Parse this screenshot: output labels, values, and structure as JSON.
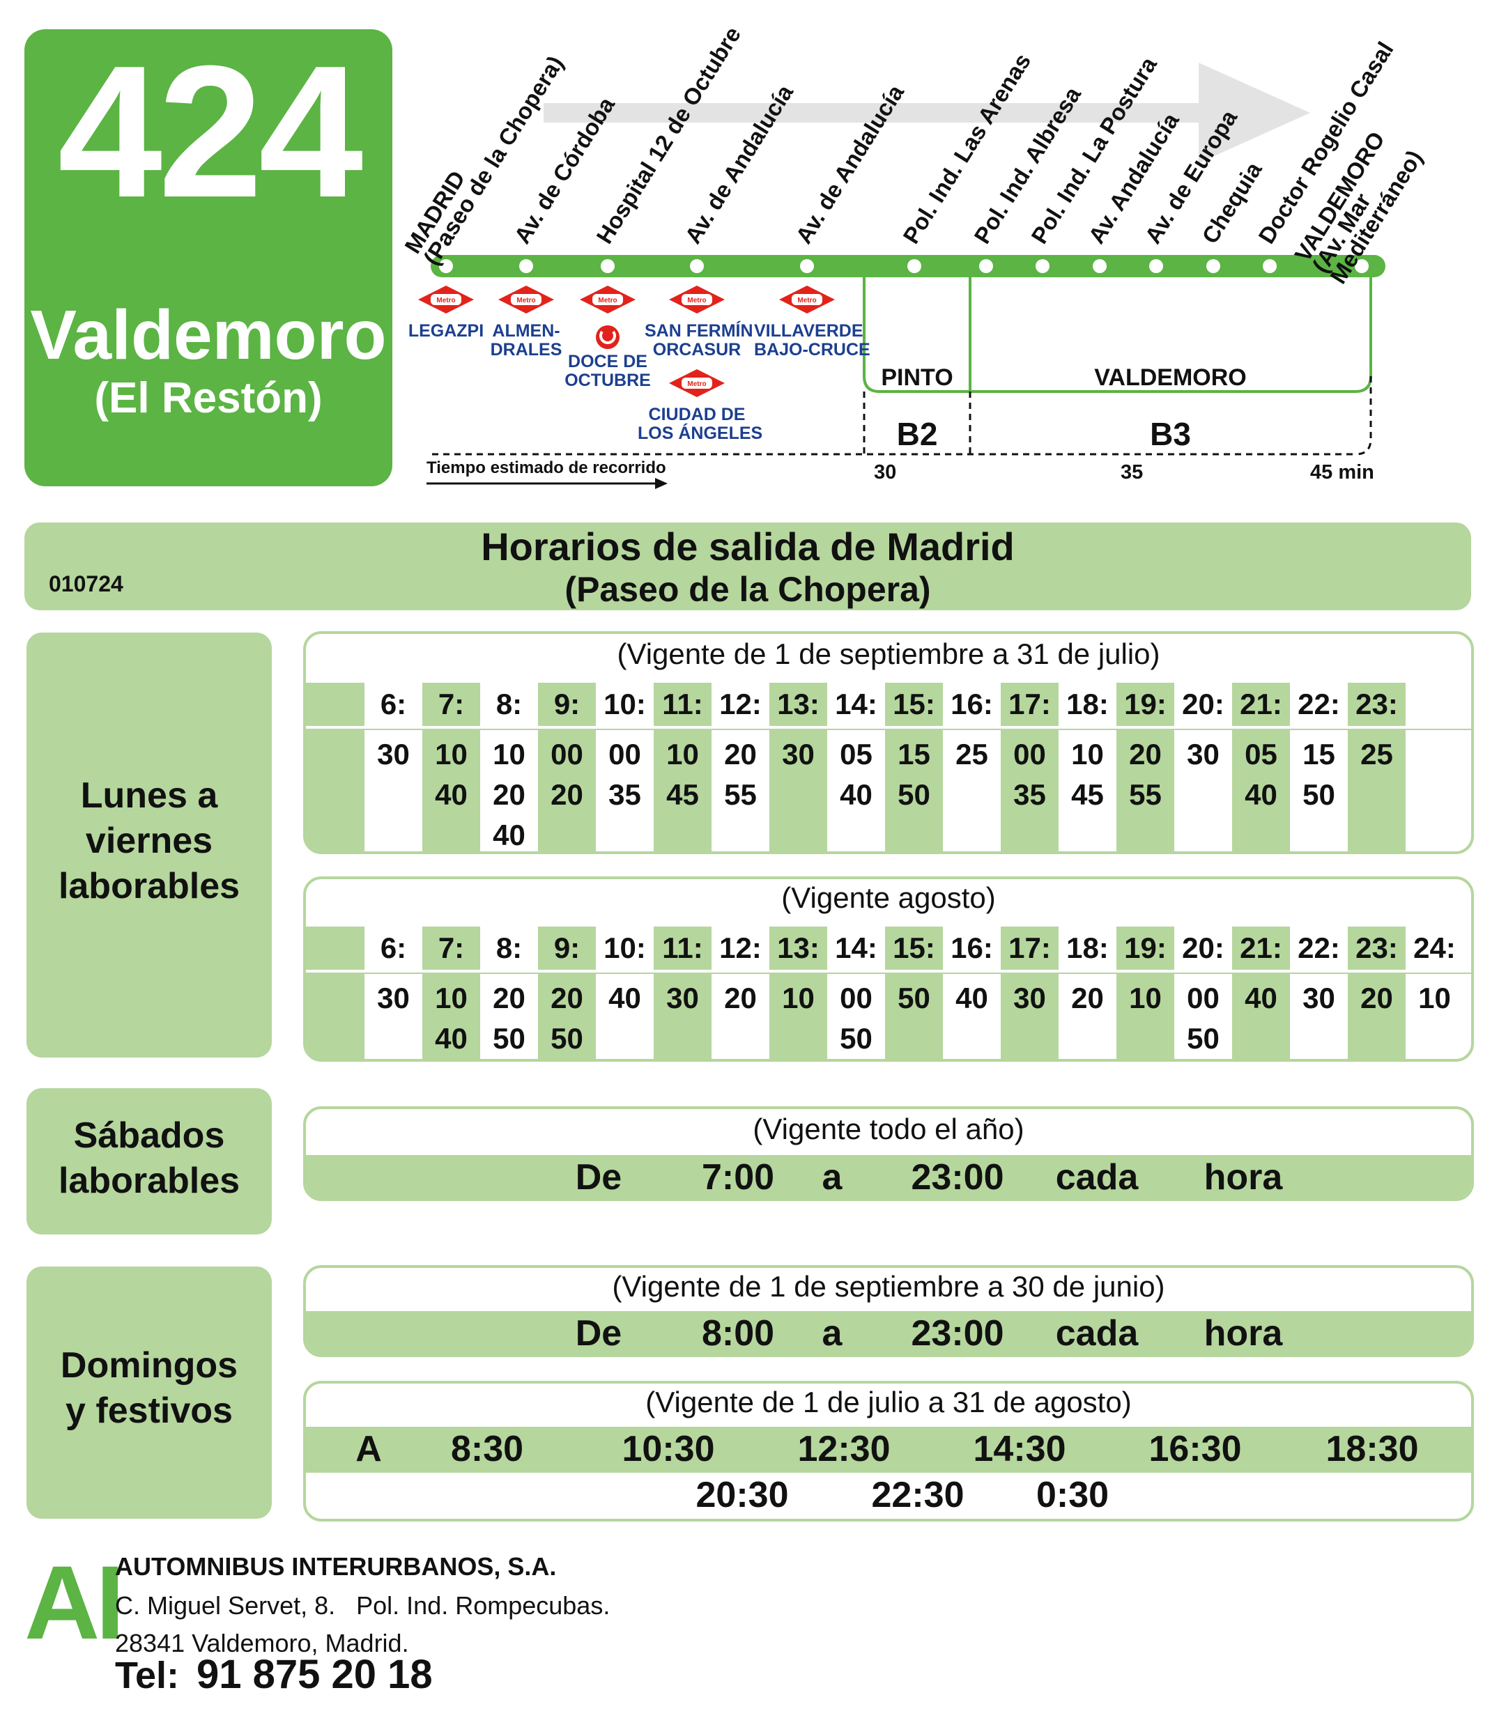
{
  "header": {
    "route": "424",
    "destination": "Valdemoro",
    "destination_sub": "(El Restón)"
  },
  "route_map": {
    "stops": [
      "MADRID\n(Paseo de la Chopera)",
      "Av. de Córdoba",
      "Hospital 12 de Octubre",
      "Av. de Andalucía",
      "Av. de Andalucía",
      "Pol. Ind. Las Arenas",
      "Pol. Ind. Albresa",
      "Pol. Ind. La Postura",
      "Av. Andalucía",
      "Av. de Europa",
      "Chequia",
      "Doctor Rogelio Casal",
      "VALDEMORO\n(Av. Mar\nMediterráneo)"
    ],
    "metro_label": "Metro",
    "metro_stations": [
      "LEGAZPI",
      "ALMEN-\nDRALES",
      "DOCE DE\nOCTUBRE",
      "SAN FERMÍN\nORCASUR",
      "CIUDAD DE\nLOS ÁNGELES",
      "VILLAVERDE\nBAJO-CRUCE"
    ],
    "zones": [
      "PINTO",
      "VALDEMORO"
    ],
    "fare_zones": [
      "B2",
      "B3"
    ],
    "travel_time_label": "Tiempo estimado de recorrido",
    "travel_times": [
      "30",
      "35",
      "45 min"
    ],
    "colors": {
      "brand_green": "#5bb443",
      "light_green": "#b5d69d",
      "metro_red": "#e2231a",
      "metro_blue": "#1c3f8f"
    }
  },
  "banner": {
    "title": "Horarios de salida de Madrid",
    "subtitle": "(Paseo de la Chopera)",
    "code": "010724"
  },
  "weekdays": {
    "label": "Lunes a\nviernes\nlaborables",
    "regular": {
      "title": "(Vigente de 1 de septiembre a 31 de julio)",
      "hours": [
        "6:",
        "7:",
        "8:",
        "9:",
        "10:",
        "11:",
        "12:",
        "13:",
        "14:",
        "15:",
        "16:",
        "17:",
        "18:",
        "19:",
        "20:",
        "21:",
        "22:",
        "23:"
      ],
      "minutes": [
        [
          "30"
        ],
        [
          "10",
          "40"
        ],
        [
          "10",
          "20",
          "40"
        ],
        [
          "00",
          "20"
        ],
        [
          "00",
          "35"
        ],
        [
          "10",
          "45"
        ],
        [
          "20",
          "55"
        ],
        [
          "30"
        ],
        [
          "05",
          "40"
        ],
        [
          "15",
          "50"
        ],
        [
          "25"
        ],
        [
          "00",
          "35"
        ],
        [
          "10",
          "45"
        ],
        [
          "20",
          "55"
        ],
        [
          "30"
        ],
        [
          "05",
          "40"
        ],
        [
          "15",
          "50"
        ],
        [
          "25"
        ]
      ]
    },
    "august": {
      "title": "(Vigente agosto)",
      "hours": [
        "6:",
        "7:",
        "8:",
        "9:",
        "10:",
        "11:",
        "12:",
        "13:",
        "14:",
        "15:",
        "16:",
        "17:",
        "18:",
        "19:",
        "20:",
        "21:",
        "22:",
        "23:",
        "24:"
      ],
      "minutes": [
        [
          "30"
        ],
        [
          "10",
          "40"
        ],
        [
          "20",
          "50"
        ],
        [
          "20",
          "50"
        ],
        [
          "40"
        ],
        [
          "30"
        ],
        [
          "20"
        ],
        [
          "10"
        ],
        [
          "00",
          "50"
        ],
        [
          "50"
        ],
        [
          "40"
        ],
        [
          "30"
        ],
        [
          "20"
        ],
        [
          "10"
        ],
        [
          "00",
          "50"
        ],
        [
          "40"
        ],
        [
          "30"
        ],
        [
          "20"
        ],
        [
          "10"
        ]
      ]
    }
  },
  "saturdays": {
    "label": "Sábados\nlaborables",
    "title": "(Vigente todo el año)",
    "words": [
      "De",
      "7:00",
      "a",
      "23:00",
      "cada",
      "hora"
    ]
  },
  "sundays": {
    "label": "Domingos\ny festivos",
    "winter": {
      "title": "(Vigente de 1 de septiembre a 30 de junio)",
      "words": [
        "De",
        "8:00",
        "a",
        "23:00",
        "cada",
        "hora"
      ]
    },
    "summer": {
      "title": "(Vigente de 1 de julio a 31 de agosto)",
      "prefix": "A",
      "times_row1": [
        "8:30",
        "10:30",
        "12:30",
        "14:30",
        "16:30",
        "18:30"
      ],
      "times_row2": [
        "20:30",
        "22:30",
        "0:30"
      ]
    }
  },
  "footer": {
    "logo": "AI",
    "company": "AUTOMNIBUS INTERURBANOS, S.A.",
    "address1": "C. Miguel Servet, 8.   Pol. Ind. Rompecubas.",
    "address2": "28341 Valdemoro, Madrid.",
    "tel_label": "Tel:",
    "tel_number": "91 875 20 18"
  }
}
